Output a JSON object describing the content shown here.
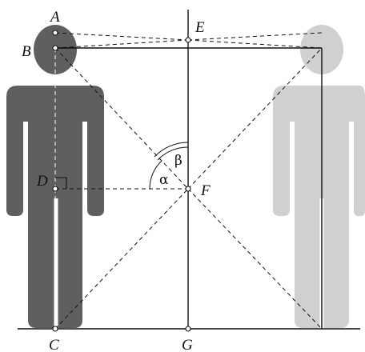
{
  "labels": {
    "A": "A",
    "B": "B",
    "C": "C",
    "D": "D",
    "E": "E",
    "F": "F",
    "G": "G",
    "alpha": "α",
    "beta": "β"
  },
  "colors": {
    "figure_dark": "#5f5f5f",
    "figure_light": "#d0d0d0",
    "lines": "#111111",
    "background": "#ffffff"
  }
}
